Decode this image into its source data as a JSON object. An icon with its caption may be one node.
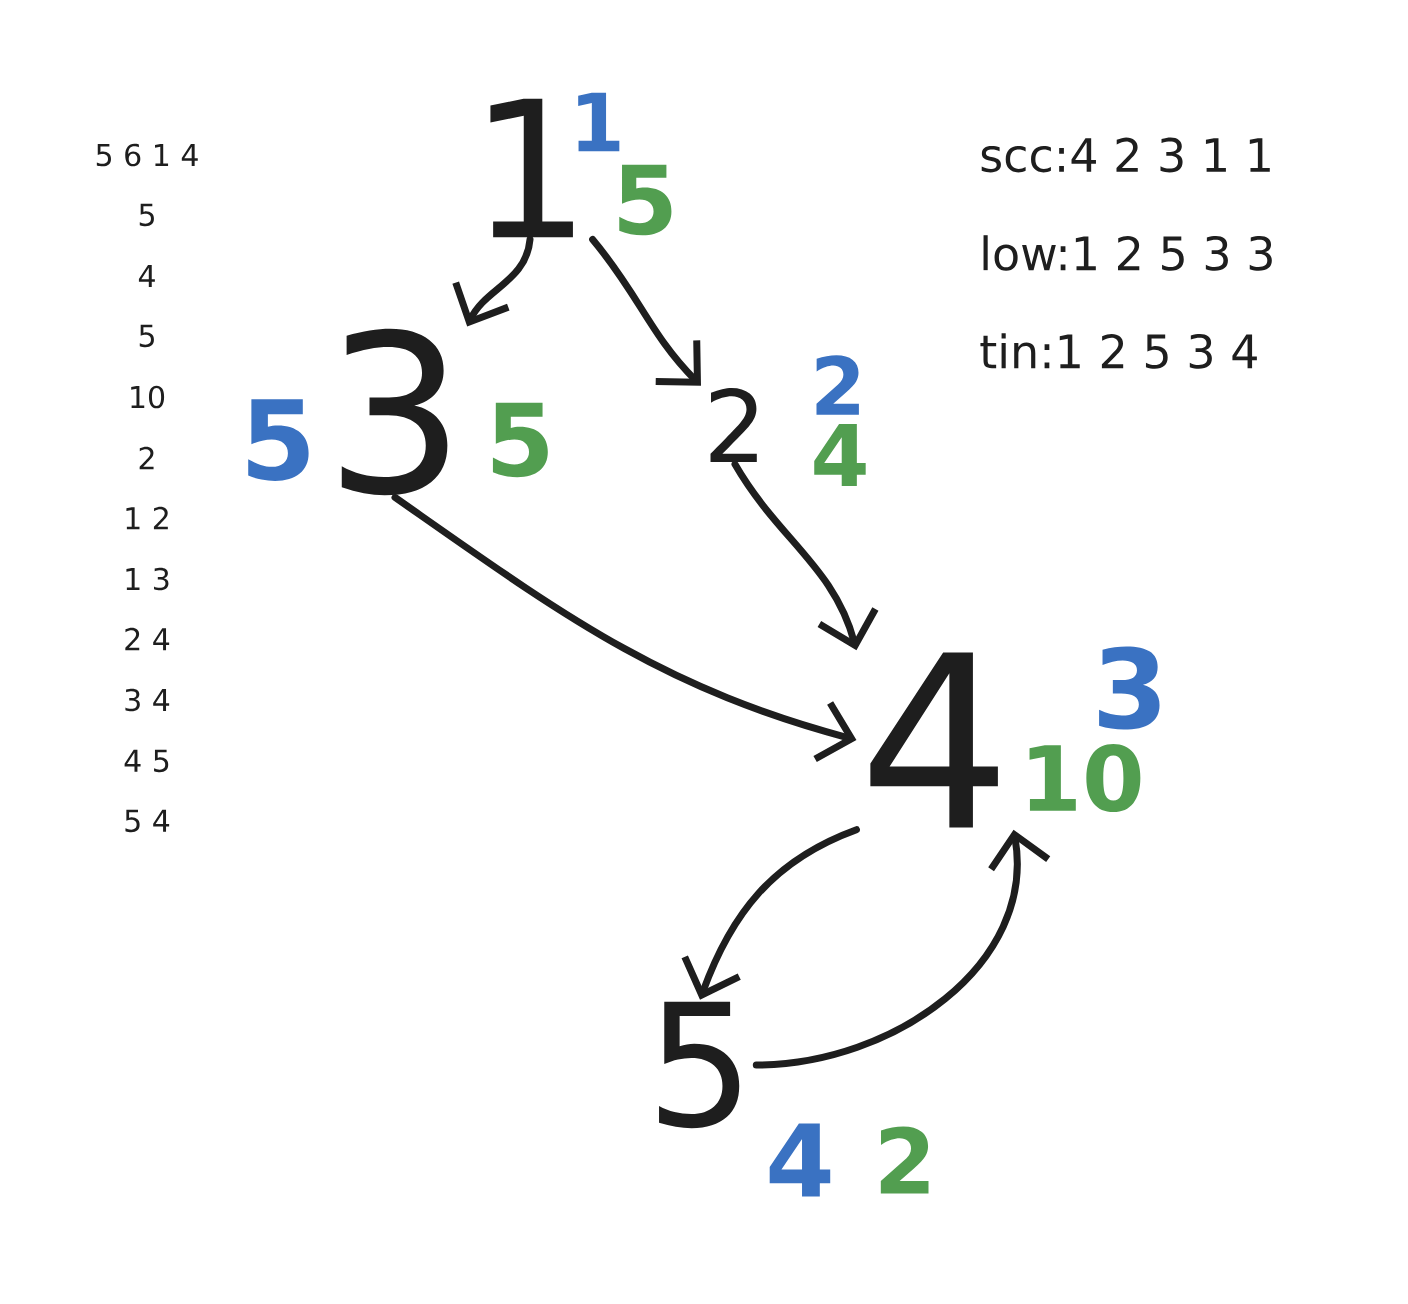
{
  "diagram": {
    "nodes": [
      {
        "text": [
          "1"
        ],
        "beside": [
          "1",
          "5"
        ]
      },
      {
        "text": [
          "3"
        ],
        "beside": [
          "5",
          "5"
        ]
      },
      {
        "text": [
          "2"
        ],
        "beside": [
          "2",
          "4"
        ]
      },
      {
        "text": [
          "4"
        ],
        "beside": [
          "3",
          "10"
        ]
      },
      {
        "text": [
          "5"
        ],
        "beside": [
          "4",
          "2"
        ]
      }
    ],
    "edges": [
      {
        "from": 0,
        "to": 1,
        "arrow": "to"
      },
      {
        "from": 0,
        "to": 2,
        "arrow": "to"
      },
      {
        "from": 2,
        "to": 3,
        "arrow": "to"
      },
      {
        "from": 1,
        "to": 3,
        "arrow": "to"
      },
      {
        "from": 3,
        "to": 4,
        "arrow": "to"
      },
      {
        "from": 4,
        "to": 3,
        "arrow": "to"
      }
    ],
    "labels": [
      "5 6 1 4",
      "5",
      "4",
      "5",
      "10",
      "2",
      "1 2",
      "1 3",
      "2 4",
      "3 4",
      "4 5",
      "5 4",
      "scc:4 2 3 1 1",
      "low:1 2 5 3 3",
      "tin:1 2 5 3 4"
    ]
  }
}
